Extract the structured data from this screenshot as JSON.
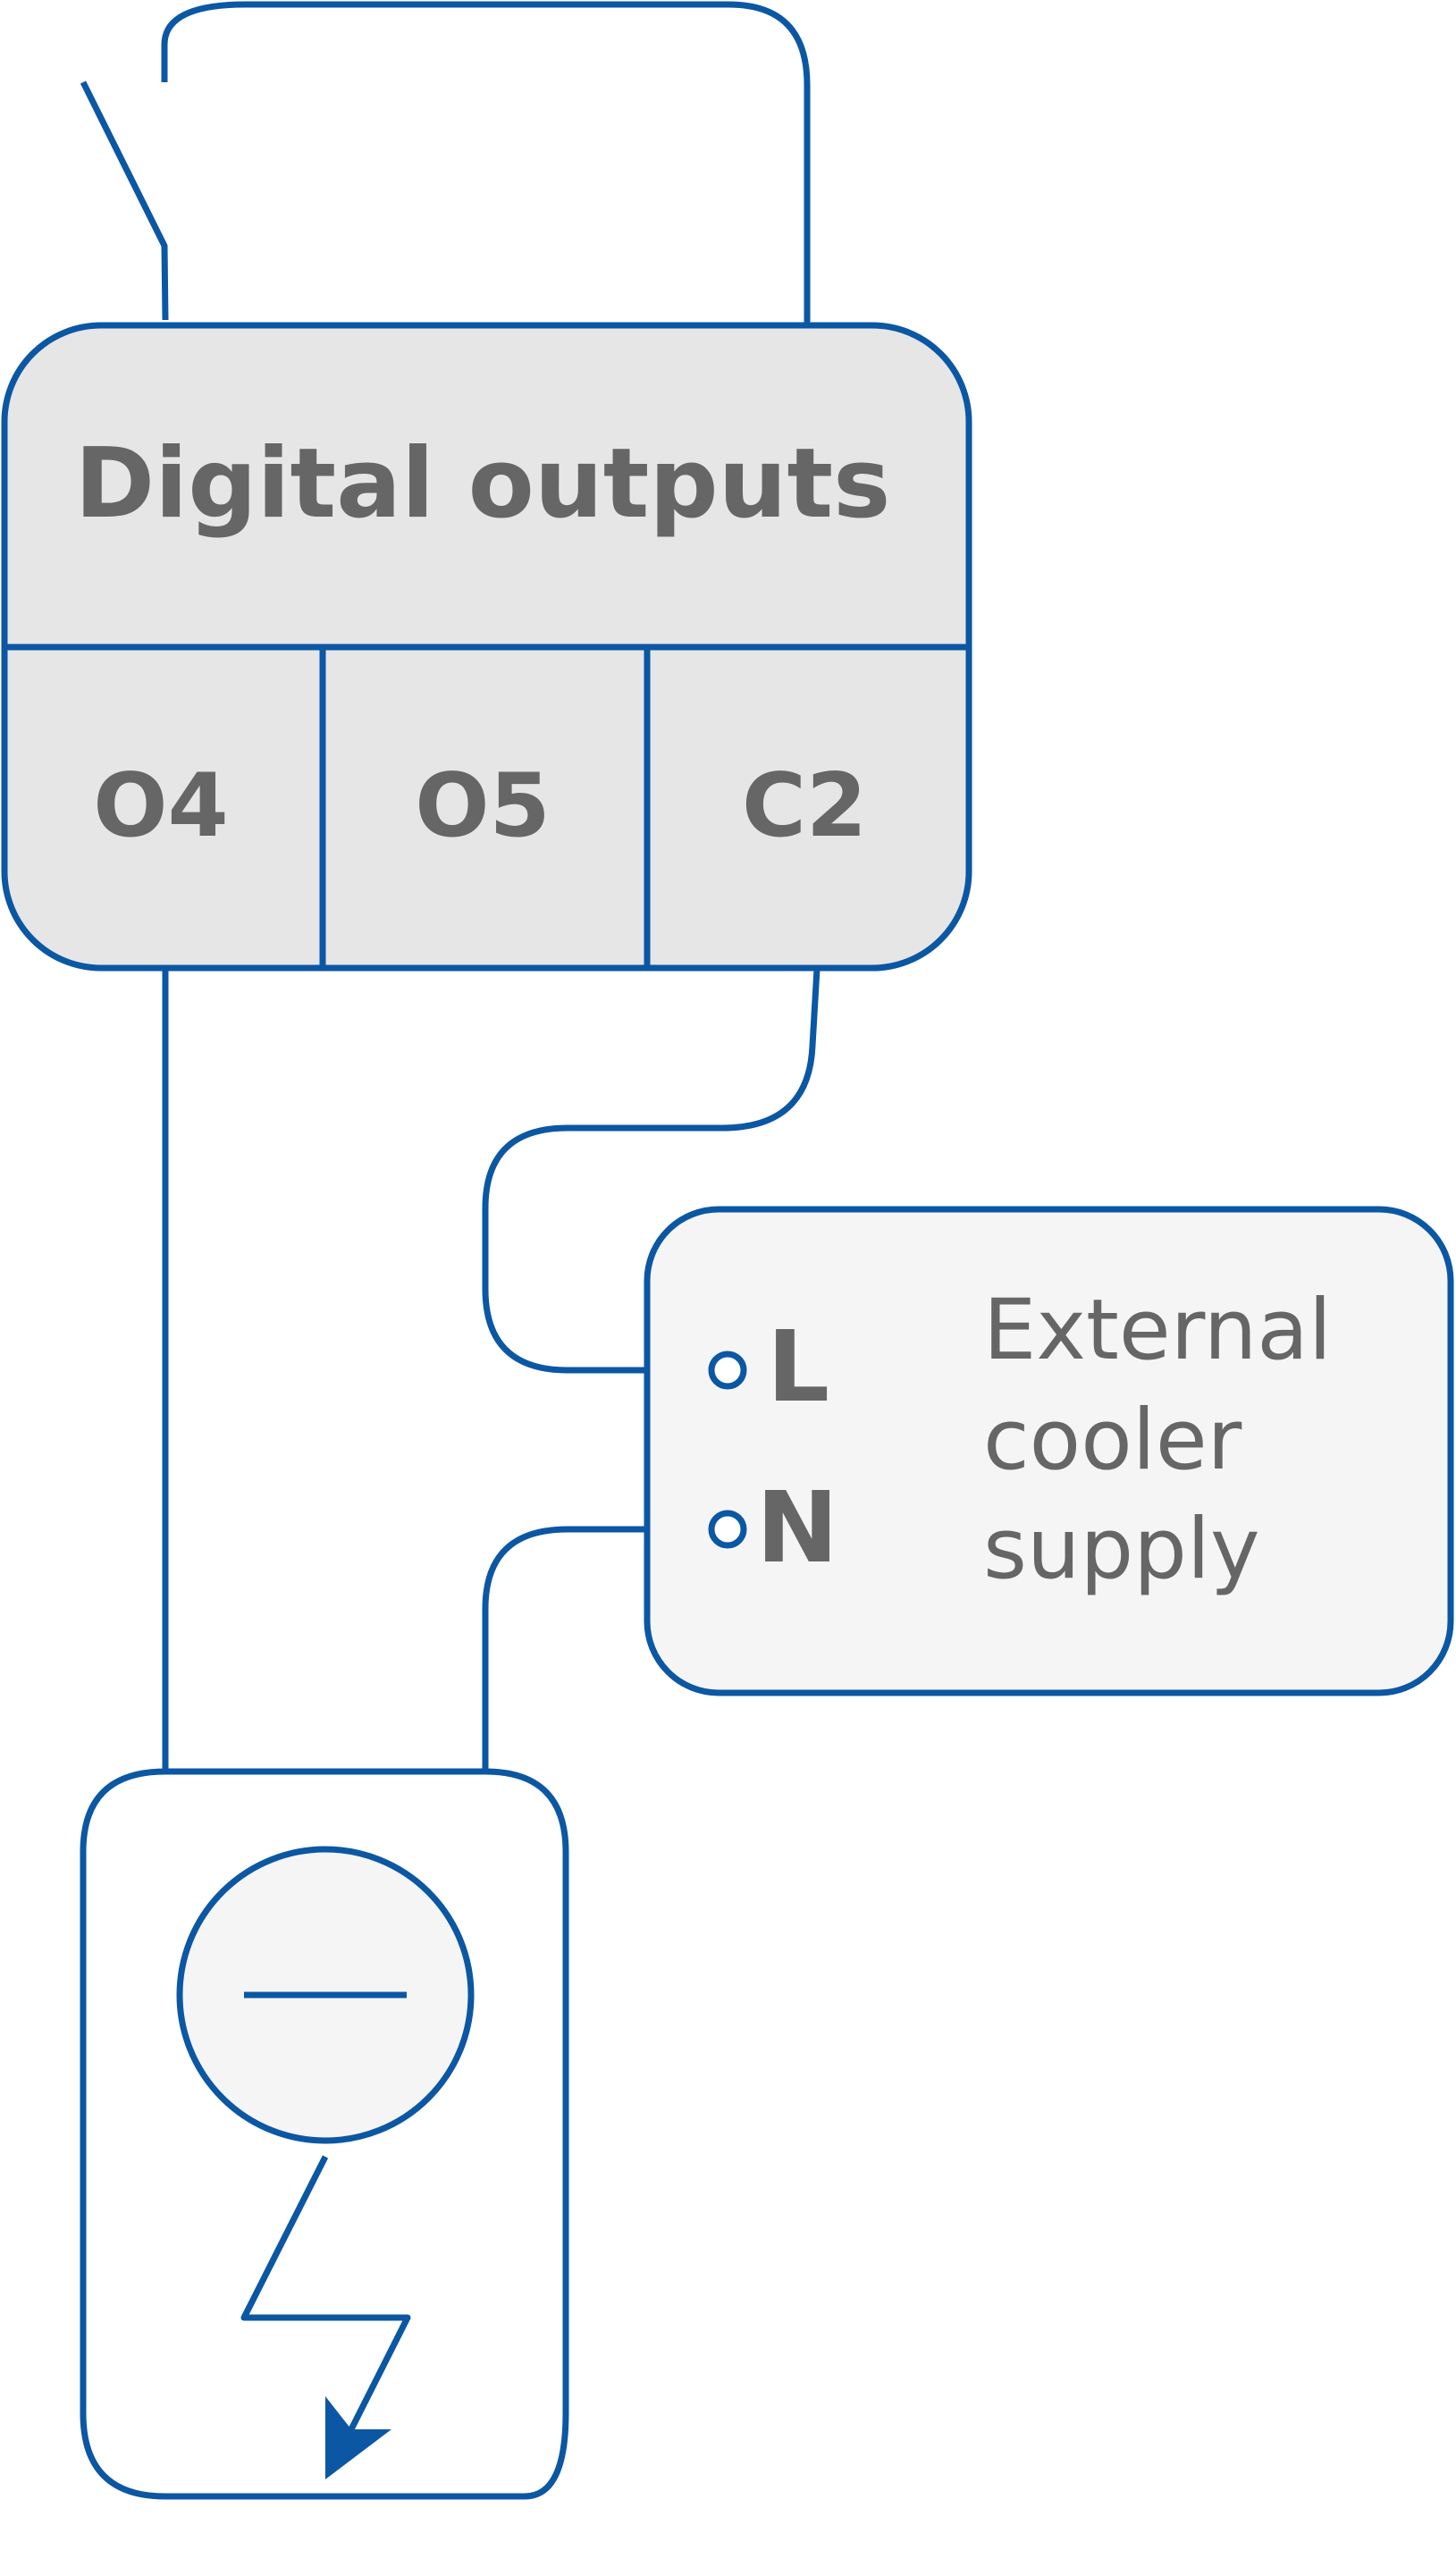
{
  "diagram": {
    "title": "Digital outputs",
    "outputs": [
      "O4",
      "O5",
      "C2"
    ],
    "supply": {
      "label_lines": [
        "External",
        "cooler",
        "supply"
      ],
      "terminals": [
        "L",
        "N"
      ]
    },
    "device_icon": "cooler-fan-symbol-icon",
    "switch_icon": "switch-contact-icon",
    "colors": {
      "wire": "#0b57a4",
      "header_fill": "#e6e6e6",
      "supply_fill": "#f5f5f5",
      "text": "#666666"
    }
  }
}
